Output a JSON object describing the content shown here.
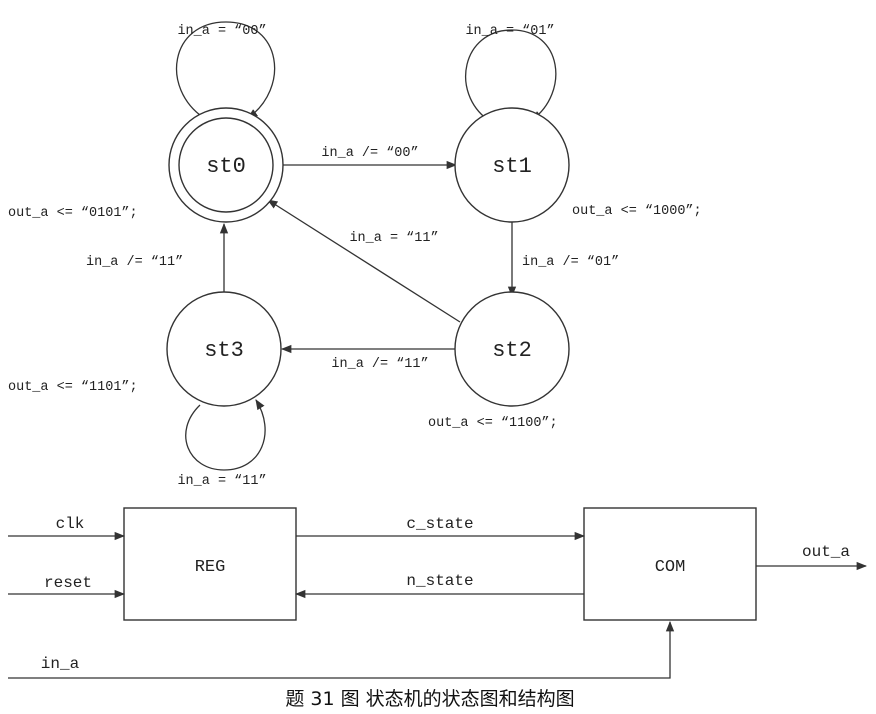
{
  "states": {
    "st0": "st0",
    "st1": "st1",
    "st2": "st2",
    "st3": "st3"
  },
  "transitions": {
    "st0_self": "in_a = “00”",
    "st1_self": "in_a = “01”",
    "st3_self": "in_a = “11”",
    "st0_to_st1": "in_a /= “00”",
    "st1_to_st2": "in_a /= “01”",
    "st2_to_st3": "in_a /= “11”",
    "st2_to_st0": "in_a = “11”",
    "st3_to_st0": "in_a /= “11”"
  },
  "outputs": {
    "st0": "out_a <= “0101”;",
    "st1": "out_a <= “1000”;",
    "st2": "out_a <= “1100”;",
    "st3": "out_a <= “1101”;"
  },
  "blocks": {
    "reg": "REG",
    "com": "COM"
  },
  "signals": {
    "clk": "clk",
    "reset": "reset",
    "c_state": "c_state",
    "n_state": "n_state",
    "out_a": "out_a",
    "in_a": "in_a"
  },
  "caption": "题 31 图 状态机的状态图和结构图"
}
